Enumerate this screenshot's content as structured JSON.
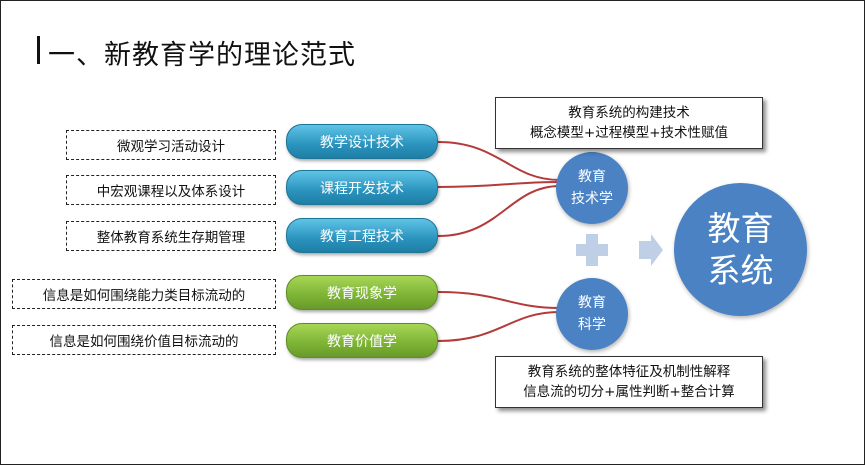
{
  "title": "一、新教育学的理论范式",
  "left_boxes": [
    "微观学习活动设计",
    "中宏观课程以及体系设计",
    "整体教育系统生存期管理",
    "信息是如何围绕能力类目标流动的",
    "信息是如何围绕价值目标流动的"
  ],
  "pills": [
    "教学设计技术",
    "课程开发技术",
    "教育工程技术",
    "教育现象学",
    "教育价值学"
  ],
  "circle_top": {
    "line1": "教育",
    "line2": "技术学"
  },
  "circle_bottom": {
    "line1": "教育",
    "line2": "科学"
  },
  "circle_big": {
    "line1": "教育",
    "line2": "系统"
  },
  "note_top": {
    "line1": "教育系统的构建技术",
    "line2": "概念模型+过程模型+技术性赋值"
  },
  "note_bottom": {
    "line1": "教育系统的整体特征及机制性解释",
    "line2": "信息流的切分+属性判断+整合计算"
  },
  "colors": {
    "blue_pill": "#2a93bd",
    "green_pill": "#7cb335",
    "circle": "#4a82c4",
    "connector": "#b53a3a",
    "plus_arrow": "#bfcfe6"
  }
}
